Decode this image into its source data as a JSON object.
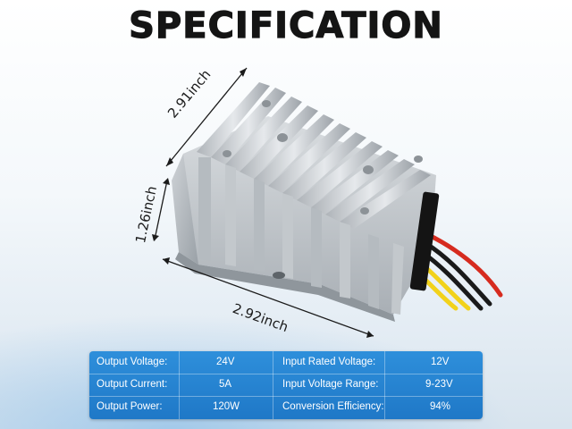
{
  "title": "SPECIFICATION",
  "dimensions": {
    "length": "2.91inch",
    "height": "1.26inch",
    "width": "2.92inch"
  },
  "spec_table": {
    "rows": [
      {
        "left_label": "Output Voltage:",
        "left_value": "24V",
        "right_label": "Input Rated Voltage:",
        "right_value": "12V"
      },
      {
        "left_label": "Output Current:",
        "left_value": "5A",
        "right_label": "Input Voltage Range:",
        "right_value": "9-23V"
      },
      {
        "left_label": "Output Power:",
        "left_value": "120W",
        "right_label": "Conversion Efficiency:",
        "right_value": "94%"
      }
    ]
  },
  "colors": {
    "table_bg": "#1f78c7",
    "wire_red": "#d62b1f",
    "wire_black": "#1a1a1a",
    "wire_yellow": "#f2d21b",
    "housing": "#c9cdd1"
  }
}
